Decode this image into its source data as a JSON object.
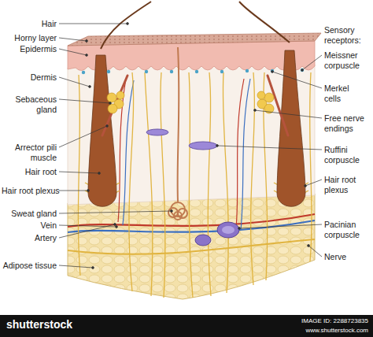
{
  "diagram": {
    "labels": [
      "Hair",
      "Horny layer",
      "Epidermis",
      "Dermis",
      "Sebaceous gland",
      "Arrector pili muscle",
      "Hair root",
      "Hair root plexus",
      "Sweat gland",
      "Vein",
      "Artery",
      "Adipose tissue",
      "Sensory receptors:",
      "Meissner corpuscle",
      "Merkel cells",
      "Free nerve endings",
      "Ruffini corpuscle",
      "Hair root plexus",
      "Pacinian corpuscle",
      "Nerve",
      "shutterstock",
      "IMAGE ID: 2288723835",
      "www.shutterstock.com"
    ]
  }
}
